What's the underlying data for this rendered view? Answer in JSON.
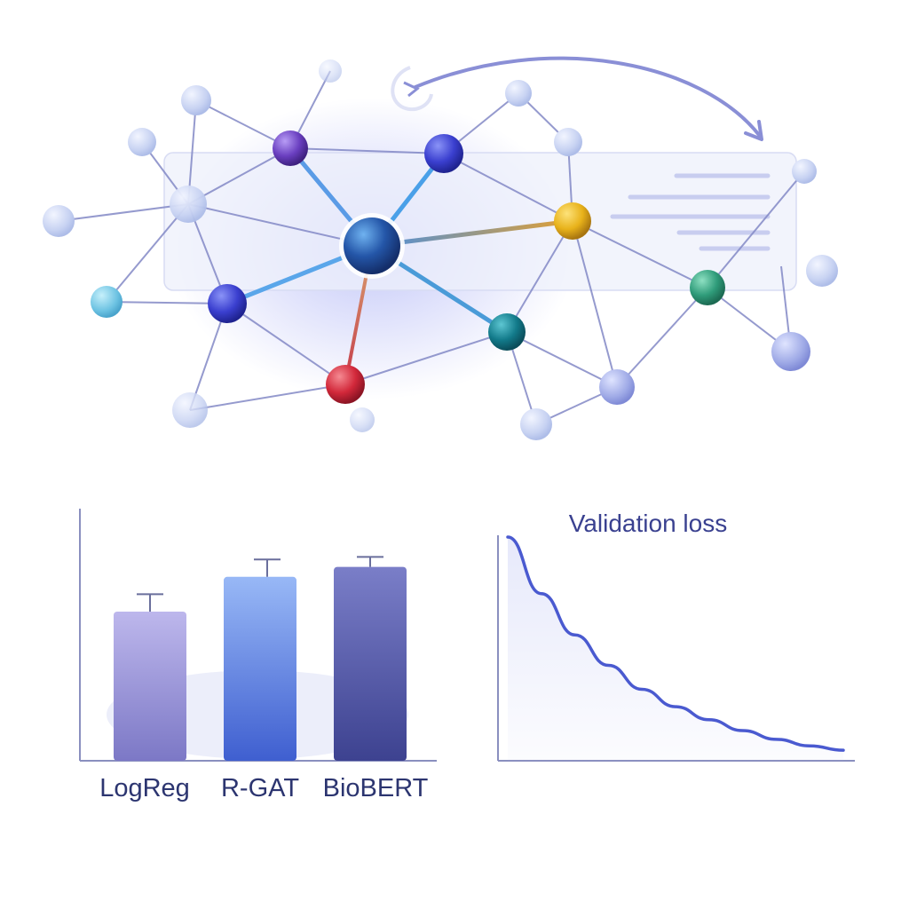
{
  "colors": {
    "hub": "#2456a8",
    "node_purple": "#6a3fc0",
    "node_indigo": "#3a3fcf",
    "node_gold": "#e8b21a",
    "node_red": "#d2283a",
    "node_teal": "#127a8a",
    "node_green": "#2f9c7a",
    "node_faded": "#b8c6ee",
    "edge": "#7d82c4",
    "arrow": "#8a8fd6",
    "text_dark": "#2c3570",
    "title_text": "#3a4190",
    "curve": "#4a5ad0"
  },
  "network": {
    "icons": [
      "hub-node",
      "neighbor-nodes",
      "loop-arrow-icon",
      "text-panel-icon"
    ]
  },
  "chart_data": [
    {
      "type": "bar",
      "categories": [
        "LogReg",
        "R-GAT",
        "BioBERT"
      ],
      "values": [
        0.6,
        0.74,
        0.78
      ],
      "error": [
        0.07,
        0.07,
        0.04
      ],
      "colors": [
        "#b3aee6",
        "#6f90e6",
        "#6f71b8"
      ],
      "ylim": [
        0,
        1
      ],
      "title": "",
      "xlabel": "",
      "ylabel": ""
    },
    {
      "type": "line",
      "title": "Validation loss",
      "x": [
        0,
        0.1,
        0.2,
        0.3,
        0.4,
        0.5,
        0.6,
        0.7,
        0.8,
        0.9,
        1.0
      ],
      "series": [
        {
          "values": [
            1.0,
            0.74,
            0.55,
            0.41,
            0.3,
            0.22,
            0.16,
            0.11,
            0.07,
            0.04,
            0.02
          ]
        }
      ],
      "xlim": [
        0,
        1
      ],
      "ylim": [
        0,
        1
      ],
      "xlabel": "",
      "ylabel": ""
    }
  ]
}
